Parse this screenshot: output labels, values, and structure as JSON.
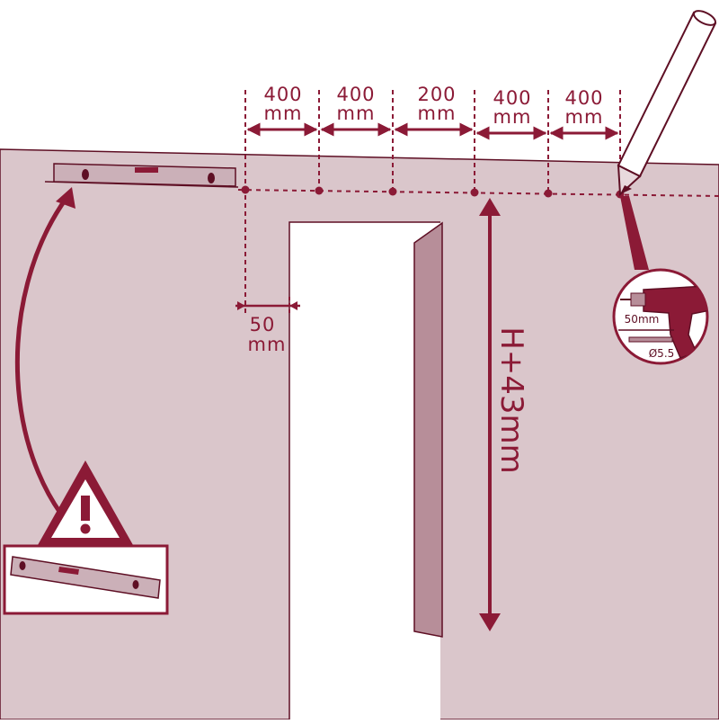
{
  "colors": {
    "wall": "#dac6cb",
    "accent": "#8b1a36",
    "outline": "#5e0f24",
    "opening": "#ffffff",
    "jamb_side": "#b78e99",
    "level_body": "#cbb0b8",
    "panel_bg": "#e6d8dc"
  },
  "spacing": [
    {
      "value": "400",
      "unit": "mm"
    },
    {
      "value": "400",
      "unit": "mm"
    },
    {
      "value": "200",
      "unit": "mm"
    },
    {
      "value": "400",
      "unit": "mm"
    },
    {
      "value": "400",
      "unit": "mm"
    }
  ],
  "offset": {
    "value": "50",
    "unit": "mm"
  },
  "height_label": "H+43mm",
  "drill": {
    "depth": "50mm",
    "diameter": "Ø5.5"
  },
  "icons": {
    "level": "spirit-level-icon",
    "pencil": "pencil-icon",
    "drill": "drill-icon",
    "warning": "warning-triangle-icon"
  }
}
